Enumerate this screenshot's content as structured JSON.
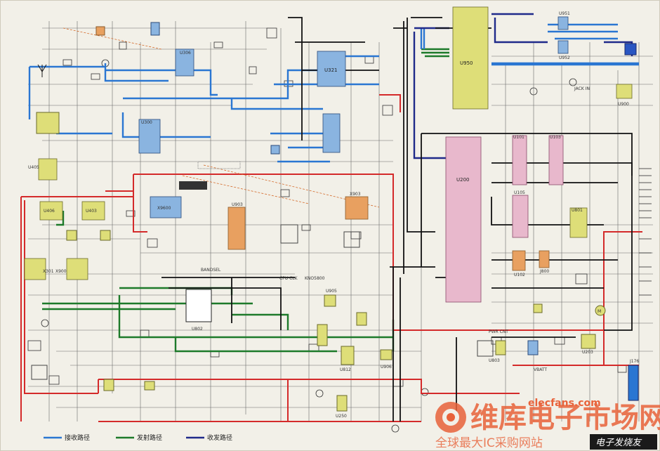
{
  "legend": {
    "receive": {
      "label": "接收路径",
      "color": "#2a76d2"
    },
    "transmit": {
      "label": "发射路径",
      "color": "#1d7a2a"
    },
    "transceive": {
      "label": "收发路径",
      "color": "#1f2a8a"
    }
  },
  "colors": {
    "power": "#d42a2a",
    "bus": "#111111",
    "chip_pink": "#e8b8cc",
    "chip_yellow": "#dede78",
    "chip_blue": "#8ab4e0",
    "chip_orange": "#e8a060"
  },
  "chips": {
    "u950": "U950",
    "u200": "U200",
    "u101": "U101",
    "u103": "U103",
    "u105": "U105",
    "u102": "U102",
    "u300": "U300",
    "u321": "U321",
    "u306": "U306",
    "u405": "U405",
    "u406": "U406",
    "u403": "U403",
    "u801": "U801",
    "u903": "U903",
    "u905": "U905",
    "x301": "X301",
    "x900": "X900",
    "x903": "X903",
    "x9600": "X9600",
    "u906": "U906",
    "u802": "U802",
    "u812": "U812",
    "u203": "U203",
    "u250": "U250",
    "j800": "J800",
    "j176": "J176",
    "u951": "U951",
    "u952": "U952",
    "u803": "U803",
    "u900": "U900"
  },
  "net_labels": {
    "bandsel": "BANDSEL",
    "cpu_clk": "CPU CLK",
    "kno": "KNO5800",
    "pwr_cnt": "PWR CNT",
    "vbatt": "VBATT",
    "motor": "M",
    "jack": "JACK IN"
  },
  "watermark": {
    "brand": "维库电子市场网",
    "url": "elecfans.com",
    "slogan": "全球最大IC采购网站",
    "badge": "电子发烧友"
  }
}
